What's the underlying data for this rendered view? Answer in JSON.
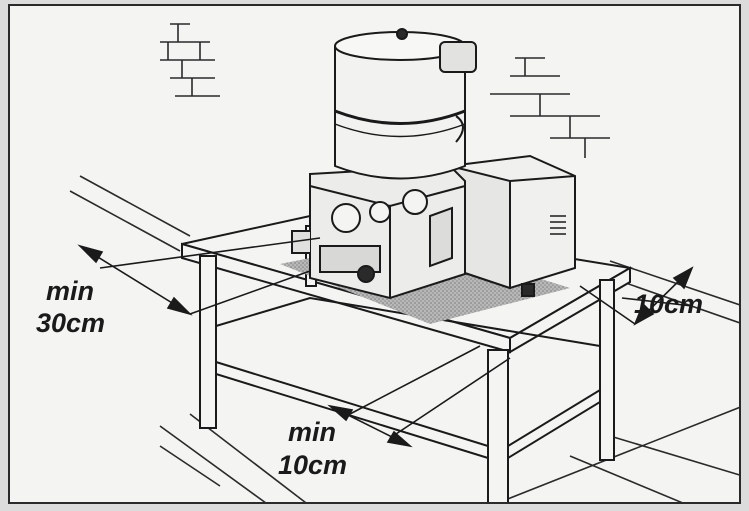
{
  "labels": {
    "left_min": "min",
    "left_value": "30cm",
    "right_value": "10cm",
    "front_min": "min",
    "front_value": "10cm"
  },
  "colors": {
    "ink": "#1a1a1a",
    "paper": "#f4f4f2",
    "shadow": "#9a9a9a"
  }
}
